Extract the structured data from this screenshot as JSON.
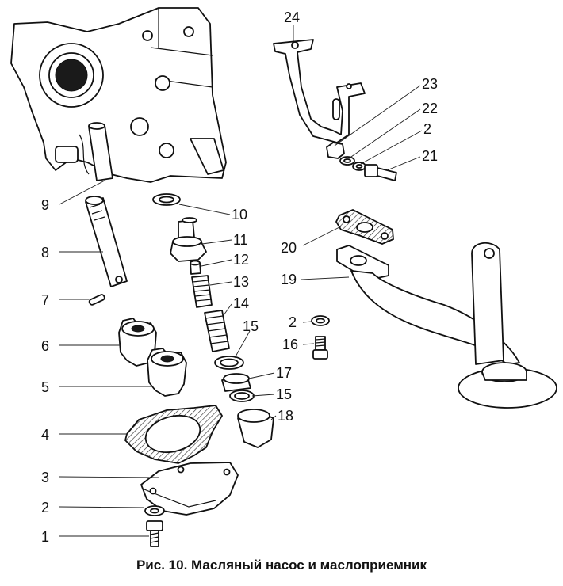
{
  "caption": "Рис. 10. Масляный насос и маслоприемник",
  "callouts": [
    "1",
    "2",
    "3",
    "4",
    "5",
    "6",
    "7",
    "8",
    "9",
    "10",
    "11",
    "12",
    "13",
    "14",
    "15",
    "15",
    "16",
    "17",
    "18",
    "19",
    "20",
    "2",
    "2",
    "21",
    "22",
    "23",
    "24"
  ]
}
